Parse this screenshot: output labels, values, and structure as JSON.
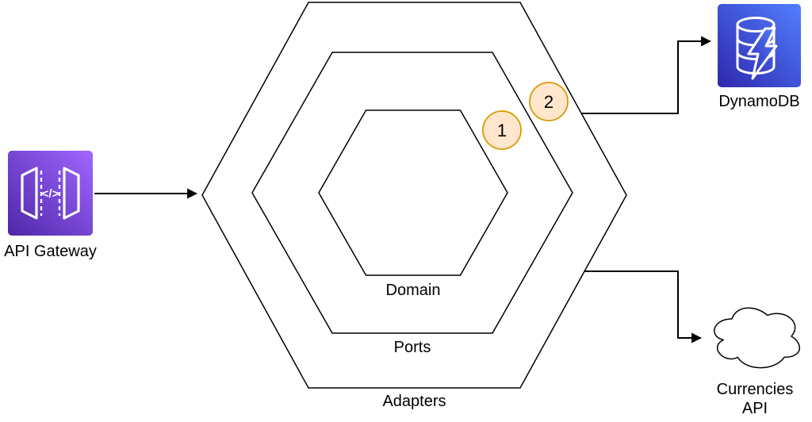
{
  "nodes": {
    "api_gateway": {
      "label": "API Gateway",
      "glyph": "</>",
      "icon": "api-gateway-icon"
    },
    "dynamodb": {
      "label": "DynamoDB",
      "icon": "dynamodb-icon"
    },
    "currencies_api": {
      "label_line1": "Currencies",
      "label_line2": "API",
      "icon": "cloud-icon"
    }
  },
  "layers": {
    "outer": {
      "label": "Adapters"
    },
    "middle": {
      "label": "Ports"
    },
    "inner": {
      "label": "Domain"
    }
  },
  "step_markers": [
    {
      "label": "1"
    },
    {
      "label": "2"
    }
  ],
  "colors": {
    "line": "#000000",
    "canvas_background": "#ffffff",
    "marker_fill": "#ffe6cc",
    "marker_stroke": "#d79b00",
    "api_gateway_gradient_start": "#4d27a8",
    "api_gateway_gradient_end": "#a166ff",
    "dynamodb_gradient_start": "#2e27ad",
    "dynamodb_gradient_end": "#527fff"
  }
}
